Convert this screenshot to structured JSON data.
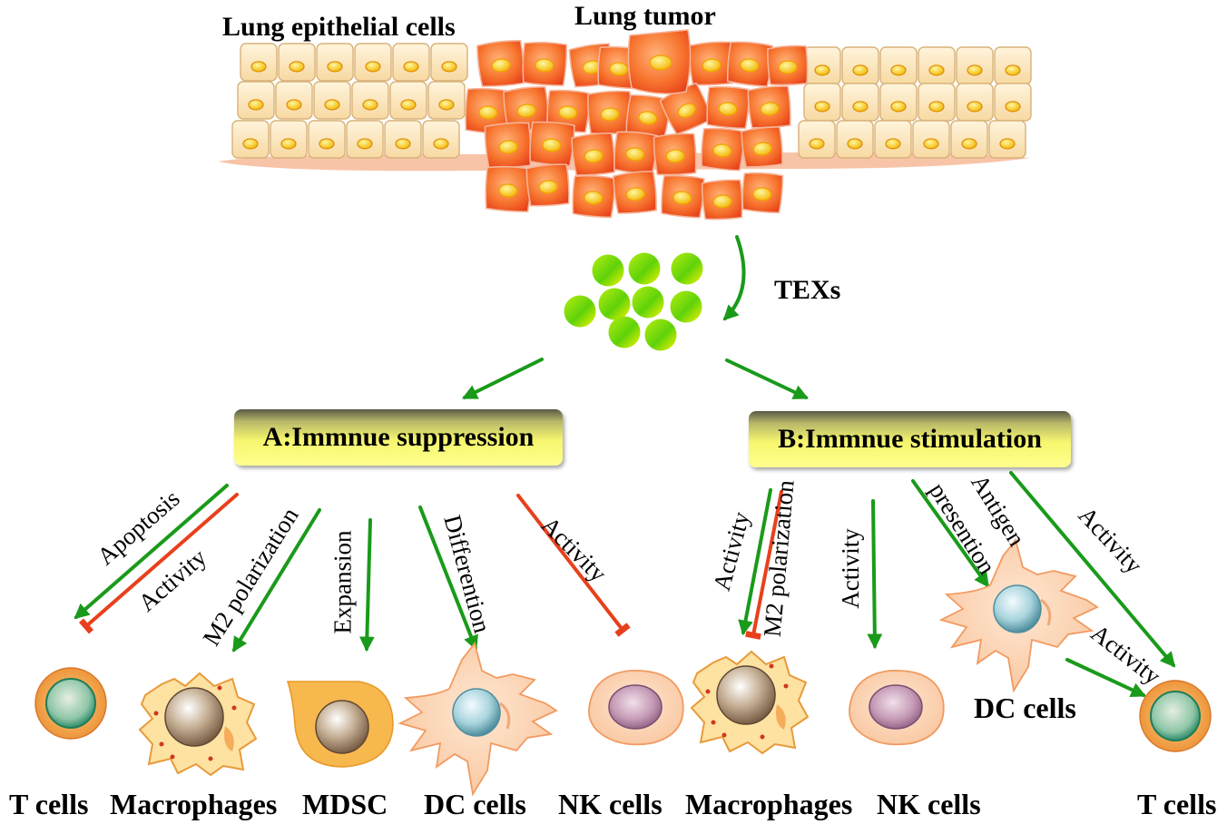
{
  "header": {
    "epithelial": "Lung  epithelial cells",
    "tumor": "Lung tumor",
    "texs": "TEXs"
  },
  "boxes": {
    "a": "A:Immnue suppression",
    "b": "B:Immnue stimulation"
  },
  "edges": {
    "apoptosis": "Apoptosis",
    "activity_t": "Activity",
    "m2_a": "M2 polarization",
    "expansion": "Expansion",
    "differention": "Differention",
    "activity_nk": "Activity",
    "activity_mac": "Activity",
    "m2_b": "M2 polarization",
    "activity_nk2": "Activity",
    "antigen": "Antigen",
    "presention": "presention",
    "activity_t2": "Activity",
    "activity_dc_t": "Activity"
  },
  "cells": {
    "t1": "T cells",
    "mac1": "Macrophages",
    "mdsc": "MDSC",
    "dc1": "DC cells",
    "nk1": "NK cells",
    "mac2": "Macrophages",
    "nk2": "NK cells",
    "dc2": "DC cells",
    "t2": "T cells"
  },
  "colors": {
    "green_arrow": "#1a9a1a",
    "red_inhibit": "#e8401c",
    "tumor_cell": "#f26a30",
    "epithelial_cell": "#fde6b8"
  }
}
